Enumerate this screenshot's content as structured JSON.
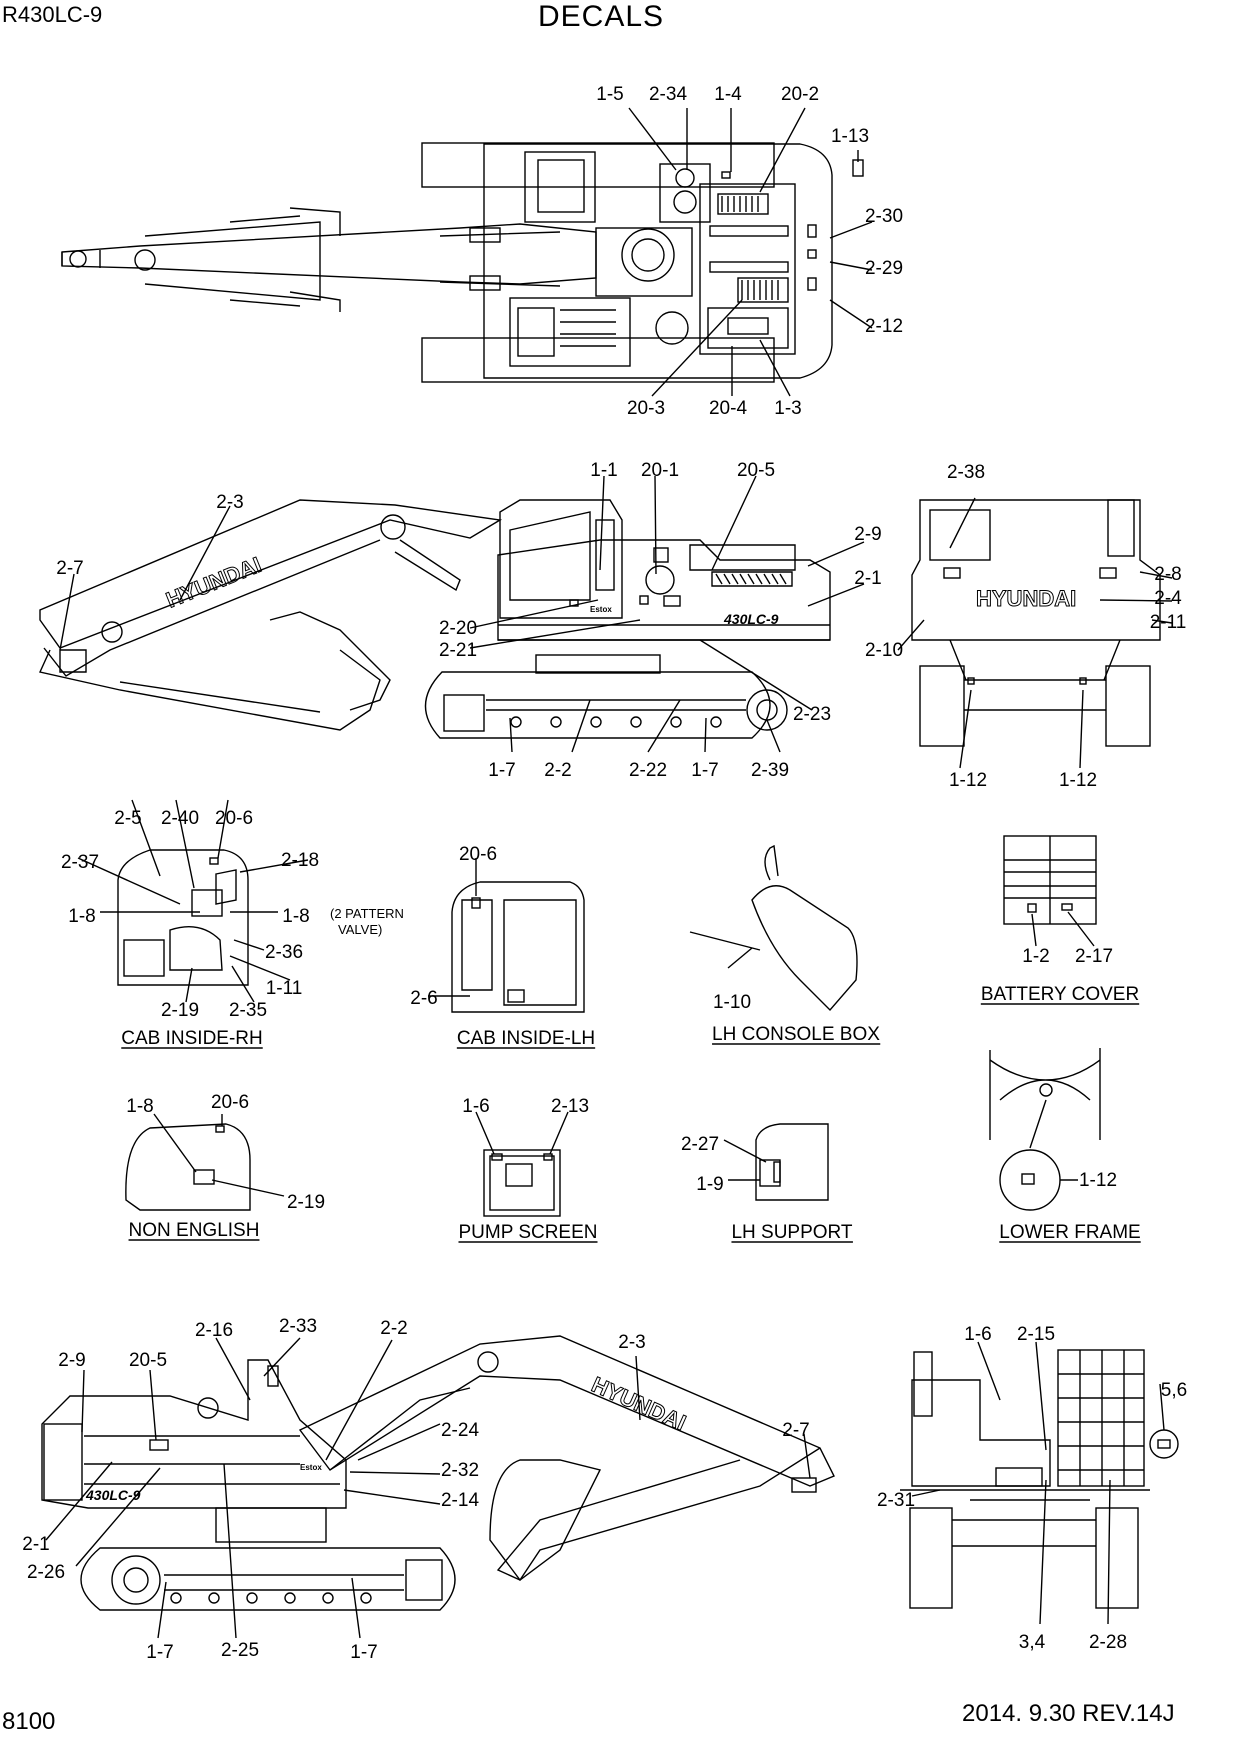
{
  "header": {
    "model": "R430LC-9",
    "title": "DECALS"
  },
  "footer": {
    "page_number": "8100",
    "date_rev": "2014. 9.30  REV.14J"
  },
  "views": {
    "top_view": {
      "callouts": [
        "1-5",
        "2-34",
        "1-4",
        "20-2",
        "1-13",
        "2-30",
        "2-29",
        "2-12",
        "20-3",
        "20-4",
        "1-3"
      ]
    },
    "side_lh": {
      "callouts": [
        "2-3",
        "1-1",
        "20-1",
        "20-5",
        "2-9",
        "2-1",
        "2-7",
        "2-20",
        "2-21",
        "1-7",
        "2-2",
        "2-22",
        "1-7",
        "2-39",
        "2-23"
      ],
      "boom_text": "HYUNDAI",
      "model_badge": "430LC-9",
      "brand_small": "Estox"
    },
    "rear_view": {
      "callouts": [
        "2-38",
        "2-8",
        "2-4",
        "2-11",
        "2-10",
        "1-12",
        "1-12"
      ],
      "brand_text": "HYUNDAI"
    },
    "cab_inside_rh": {
      "caption": "CAB INSIDE-RH",
      "callouts": [
        "2-5",
        "2-40",
        "20-6",
        "2-37",
        "2-18",
        "1-8",
        "1-8",
        "2-36",
        "1-11",
        "2-19",
        "2-35"
      ],
      "note": "(2 PATTERN VALVE)"
    },
    "cab_inside_lh": {
      "caption": "CAB INSIDE-LH",
      "callouts": [
        "20-6",
        "2-6"
      ]
    },
    "lh_console_box": {
      "caption": "LH CONSOLE BOX",
      "callouts": [
        "1-10"
      ]
    },
    "battery_cover": {
      "caption": "BATTERY COVER",
      "callouts": [
        "1-2",
        "2-17"
      ]
    },
    "non_english": {
      "caption": "NON ENGLISH",
      "callouts": [
        "1-8",
        "20-6",
        "2-19"
      ]
    },
    "pump_screen": {
      "caption": "PUMP SCREEN",
      "callouts": [
        "1-6",
        "2-13"
      ]
    },
    "lh_support": {
      "caption": "LH SUPPORT",
      "callouts": [
        "2-27",
        "1-9"
      ]
    },
    "lower_frame": {
      "caption": "LOWER FRAME",
      "callouts": [
        "1-12"
      ]
    },
    "side_rh": {
      "callouts": [
        "2-16",
        "2-33",
        "2-2",
        "2-3",
        "2-9",
        "20-5",
        "2-24",
        "2-32",
        "2-14",
        "2-7",
        "2-1",
        "2-26",
        "1-7",
        "2-25",
        "1-7"
      ],
      "boom_text": "HYUNDAI",
      "model_badge": "430LC-9",
      "brand_small": "Estox"
    },
    "front_view": {
      "callouts": [
        "1-6",
        "2-15",
        "5,6",
        "2-31",
        "3,4",
        "2-28"
      ]
    }
  }
}
